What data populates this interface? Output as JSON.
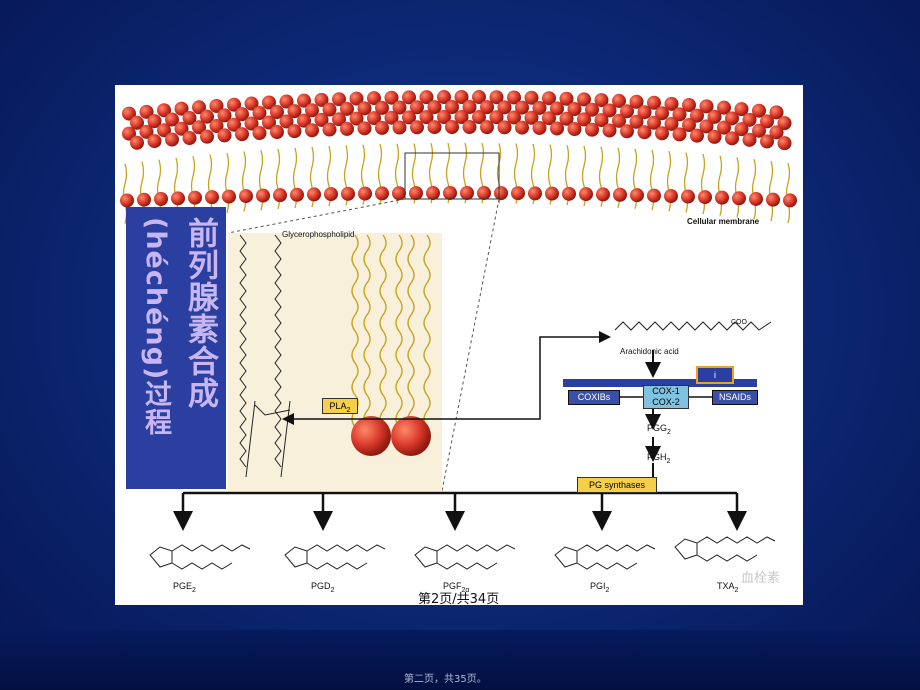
{
  "slide": {
    "vertical_title": "前列腺素合成",
    "vertical_title_2": "(héchéng)过程",
    "page_footer": "第2页/共34页",
    "bottom_caption": "第二页，共35页。",
    "watermark": "血栓素"
  },
  "figure": {
    "membrane_label": "Cellular membrane",
    "phospholipid_label": "Glycerophospholipid",
    "enzyme_pla2": "PLA",
    "enzyme_pla2_sub": "2",
    "arachidonic_label": "Arachidonic acid",
    "arachidonic_coo": "COO",
    "cox1": "COX-1",
    "cox2": "COX-2",
    "coxibs": "COXIBs",
    "nsaids": "NSAIDs",
    "orange_box_text": "i",
    "pgg2": "PGG",
    "pgh2": "PGH",
    "sub2": "2",
    "pg_synthases": "PG synthases",
    "products": [
      {
        "name": "PGE",
        "sub": "2"
      },
      {
        "name": "PGD",
        "sub": "2"
      },
      {
        "name": "PGF",
        "sub": "2α"
      },
      {
        "name": "PGI",
        "sub": "2"
      },
      {
        "name": "TXA",
        "sub": "2"
      }
    ],
    "colors": {
      "head": "#d8382a",
      "tail": "#c9a21a",
      "label_bg": "#2b3fa0",
      "cox_box": "#7fc3e0",
      "orange": "#f0a020",
      "pg_box": "#f6cf4a"
    }
  }
}
